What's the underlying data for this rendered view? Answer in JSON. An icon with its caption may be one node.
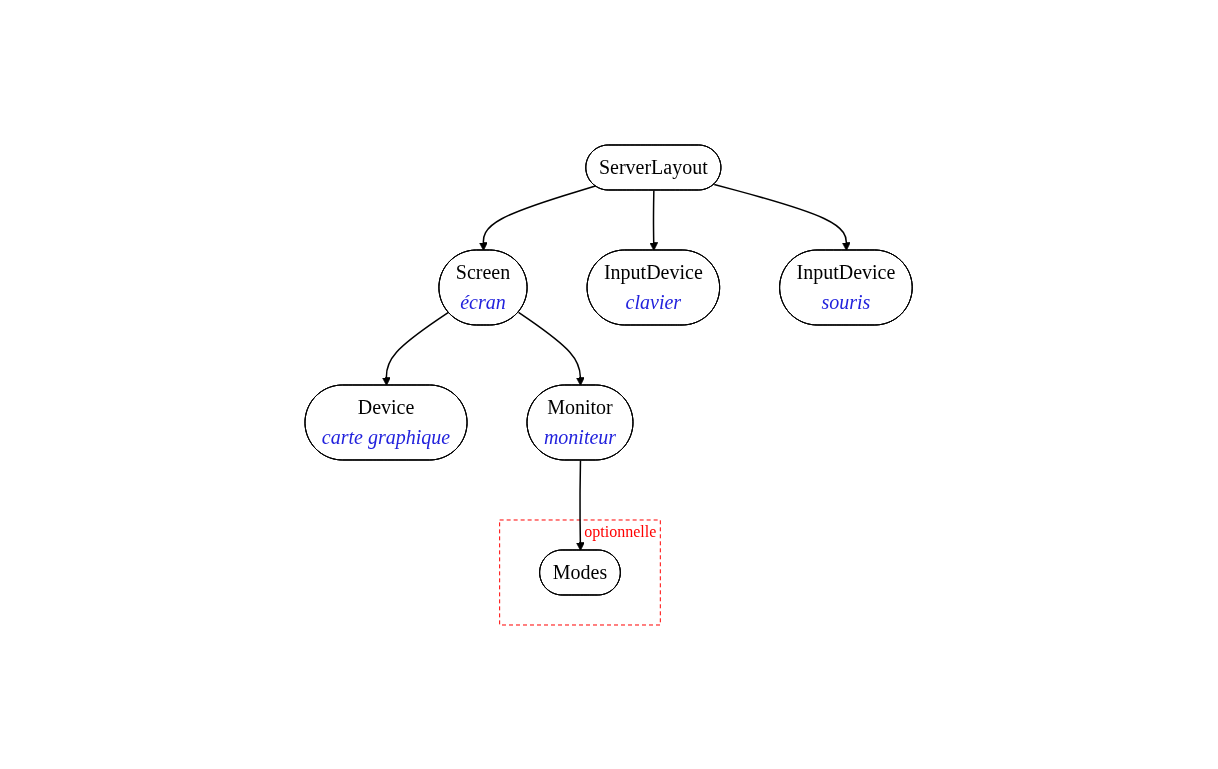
{
  "diagram": {
    "nodes": [
      {
        "text": [
          "ServerLayout"
        ]
      },
      {
        "text": [
          "Screen",
          "écran"
        ]
      },
      {
        "text": [
          "InputDevice",
          "clavier"
        ]
      },
      {
        "text": [
          "InputDevice",
          "souris"
        ]
      },
      {
        "text": [
          "Device",
          "carte graphique"
        ]
      },
      {
        "text": [
          "Monitor",
          "moniteur"
        ]
      },
      {
        "text": [
          "optionnelle"
        ]
      },
      {
        "text": [
          "Modes"
        ],
        "in": 6
      }
    ],
    "edges": [
      {
        "from": 0,
        "to": 1,
        "arrow": "to"
      },
      {
        "from": 0,
        "to": 2,
        "arrow": "to"
      },
      {
        "from": 0,
        "to": 3,
        "arrow": "to"
      },
      {
        "from": 1,
        "to": 4,
        "arrow": "to"
      },
      {
        "from": 1,
        "to": 5,
        "arrow": "to"
      },
      {
        "from": 5,
        "to": 7,
        "arrow": "to"
      }
    ]
  }
}
